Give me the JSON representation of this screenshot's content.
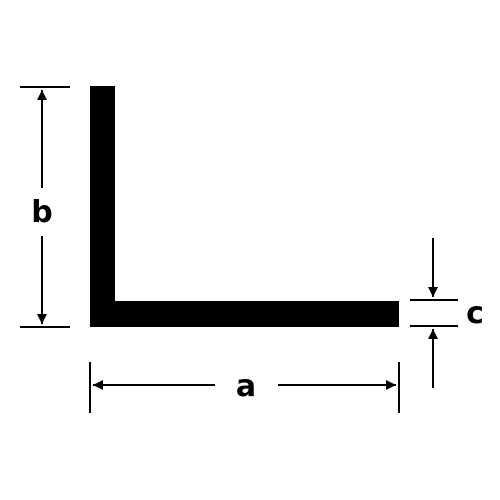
{
  "diagram": {
    "dimensions": {
      "width_label": "a",
      "height_label": "b",
      "thickness_label": "c"
    },
    "colors": {
      "shape": "#000000",
      "lines": "#000000",
      "background": "#ffffff"
    }
  }
}
